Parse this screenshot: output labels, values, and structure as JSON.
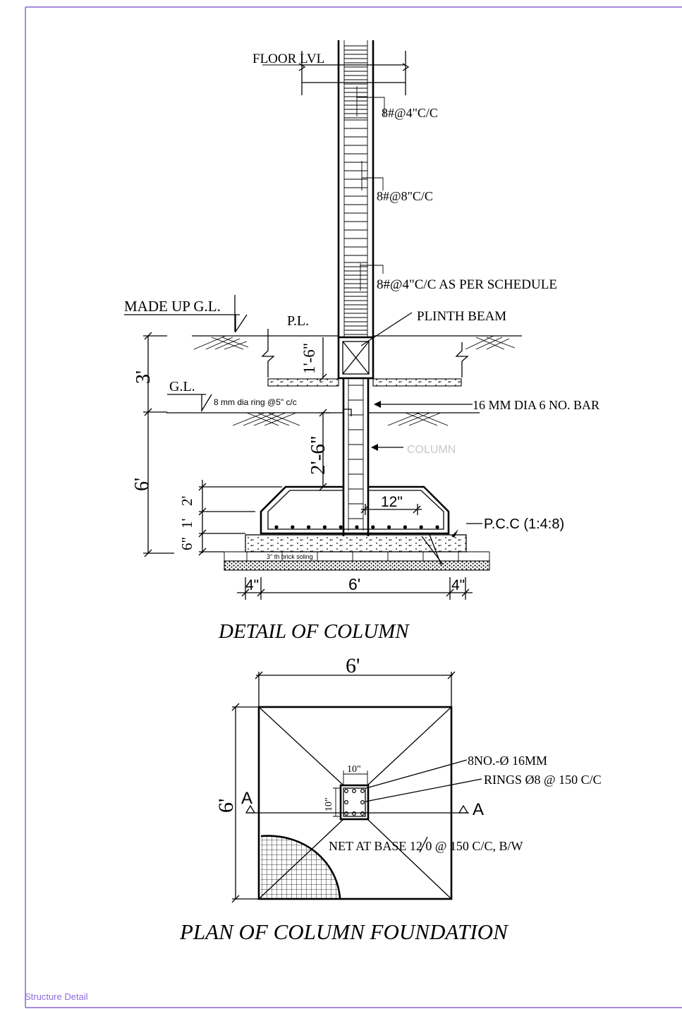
{
  "drawing": {
    "footer_label": "Structure Detail",
    "border_color": "#a78be0"
  },
  "elevation": {
    "title": "DETAIL OF COLUMN",
    "floor_level": "FLOOR LVL",
    "tie_top": "8#@4\"C/C",
    "tie_middle": "8#@8\"C/C",
    "tie_bottom": "8#@4\"C/C AS PER SCHEDULE",
    "made_up_gl": "MADE UP G.L.",
    "plinth_level": "P.L.",
    "plinth_beam": "PLINTH BEAM",
    "ground_level": "G.L.",
    "ring_note": "8 mm dia ring @5\" c/c",
    "main_bars": "16 MM DIA 6 NO. BAR",
    "column_label": "COLUMN",
    "pcc_label": "P.C.C (1:4:8)",
    "brick_soling": "3\" th brick soling",
    "dims": {
      "height_upper": "3'",
      "height_lower": "6'",
      "plinth_beam_depth": "1'-6\"",
      "column_below_gl": "2'-6\"",
      "footing_slope_depth": "2'",
      "footing_base_depth": "1'",
      "pcc_depth": "6\"",
      "column_offset": "12\"",
      "left_projection": "4\"",
      "footing_width": "6'",
      "right_projection": "4\""
    }
  },
  "plan": {
    "title": "PLAN OF COLUMN FOUNDATION",
    "width": "6'",
    "depth": "6'",
    "column_width": "10\"",
    "column_depth": "10\"",
    "bars": "8NO.-Ø 16MM",
    "rings": "RINGS Ø8 @ 150 C/C",
    "section_left": "A",
    "section_right": "A",
    "base_net": "NET AT BASE 12 0 @ 150 C/C, B/W"
  }
}
